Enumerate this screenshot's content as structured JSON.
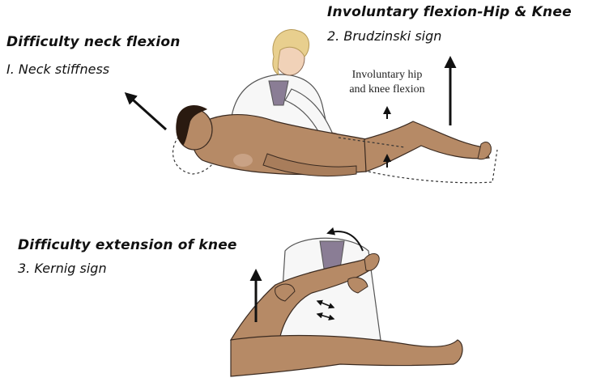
{
  "labels": {
    "neck_heading": "Difficulty neck flexion",
    "neck_sign": "I. Neck stiffness",
    "hipknee_heading": "Involuntary flexion-Hip & Knee",
    "brudzinski": "2. Brudzinski sign",
    "annotation_line1": "Involuntary hip",
    "annotation_line2": "and knee flexion",
    "knee_heading": "Difficulty extension of knee",
    "kernig": "3. Kernig sign"
  },
  "colors": {
    "skin": "#b68a66",
    "skin_shade": "#9b7252",
    "hair_dark": "#2a1a10",
    "hair_blonde": "#e8cf8e",
    "coat": "#f7f7f7",
    "scrub": "#8a7d95",
    "outline": "#3a2a20",
    "arrow": "#111111"
  }
}
